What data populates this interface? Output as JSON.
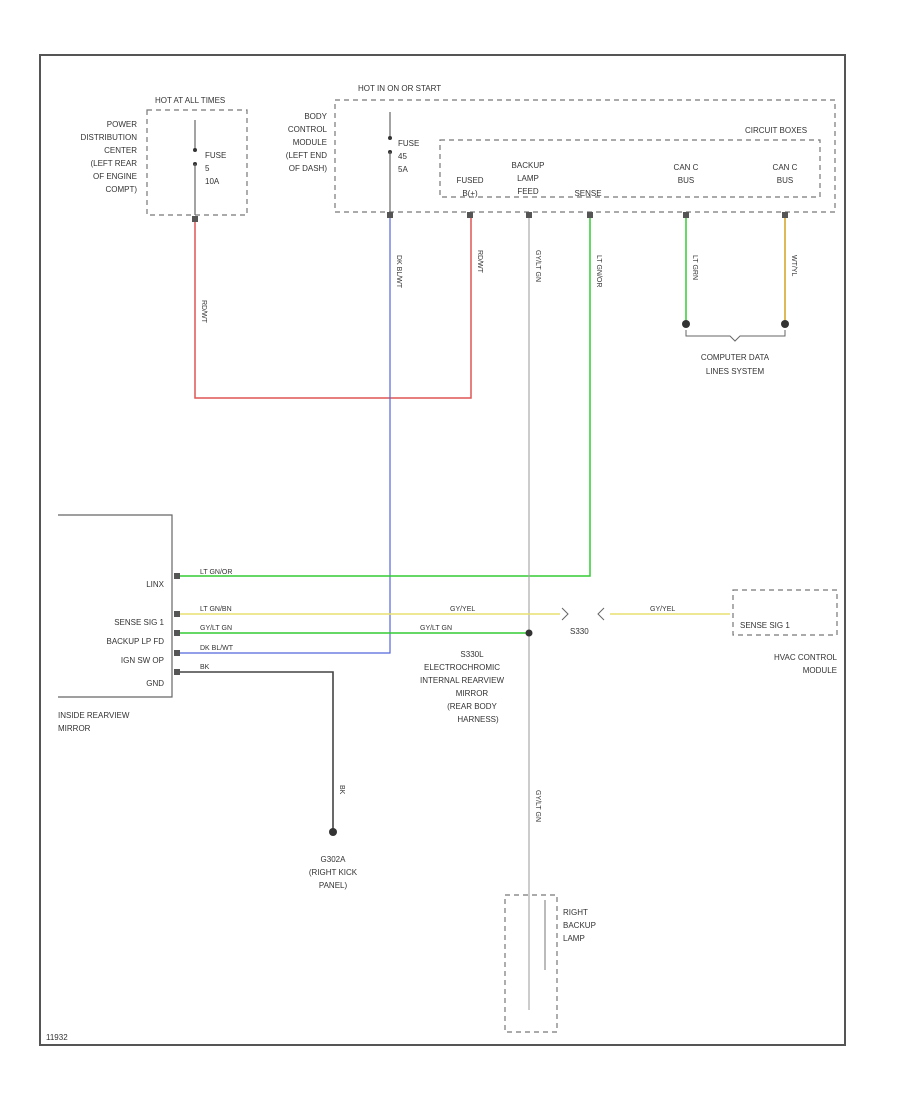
{
  "diagram": {
    "hot_at_all_times": "HOT AT ALL TIMES",
    "hot_in_on_start": "HOT IN ON OR START",
    "pdc_lines": [
      "POWER",
      "DISTRIBUTION",
      "CENTER",
      "(LEFT REAR",
      "OF ENGINE",
      "COMPT)"
    ],
    "bcm_lines": [
      "BODY",
      "CONTROL",
      "MODULE",
      "(LEFT END",
      "OF DASH)"
    ],
    "fuse_a_lines": [
      "FUSE",
      "5",
      "10A"
    ],
    "fuse_b_lines": [
      "FUSE",
      "45",
      "5A"
    ],
    "circuit_boxes": "CIRCUIT BOXES",
    "fused_bat": [
      "FUSED",
      "B(+)"
    ],
    "backup_lamp_feed": [
      "BACKUP",
      "LAMP",
      "FEED"
    ],
    "sense": "SENSE",
    "can_c_bus_1": [
      "CAN C",
      "BUS"
    ],
    "can_c_bus_2": [
      "CAN C",
      "BUS"
    ],
    "computer_data_lines": [
      "COMPUTER DATA",
      "LINES SYSTEM"
    ],
    "mirror_pins": [
      "LINX",
      "SENSE SIG 1",
      "BACKUP LP FD",
      "IGN SW OP",
      "GND"
    ],
    "mirror_name": [
      "INSIDE REARVIEW",
      "MIRROR"
    ],
    "splice_label": [
      "S330L",
      "ELECTROCHROMIC",
      "INTERNAL REARVIEW",
      "MIRROR",
      "(REAR BODY",
      "HARNESS)"
    ],
    "splice_s330": "S330",
    "hvac_pin": "SENSE SIG 1",
    "hvac_name": [
      "HVAC CONTROL",
      "MODULE"
    ],
    "ground_label": [
      "G302A",
      "(RIGHT KICK",
      "PANEL)"
    ],
    "right_backup_lamp": [
      "RIGHT",
      "BACKUP",
      "LAMP"
    ],
    "footer_code": "11932",
    "wires": {
      "red": "RD/WT",
      "blue": "DK BL/WT",
      "green_v": "LT GN/OR",
      "gray_v": "GY/LT GN",
      "can_green": "LT GRN",
      "can_yellow": "WT/YL",
      "linx": "LT GN/OR",
      "sense_left": "LT GN/BN",
      "sense_mid": "GY/YEL",
      "sense_right": "GY/YEL",
      "backup": "GY/LT GN",
      "backup_mid": "GY/LT GN",
      "ign": "DK BL/WT",
      "gnd": "BK",
      "gnd_v": "BK",
      "lamp_v": "GY/LT GN"
    },
    "colors": {
      "red_wire": "#e05555",
      "blue_wire": "#5566dd",
      "green_wire": "#33cc33",
      "yellow_wire": "#e8e070",
      "gold_wire": "#d4a020",
      "gray_wire": "#aaaaaa",
      "black_wire": "#444444"
    }
  }
}
